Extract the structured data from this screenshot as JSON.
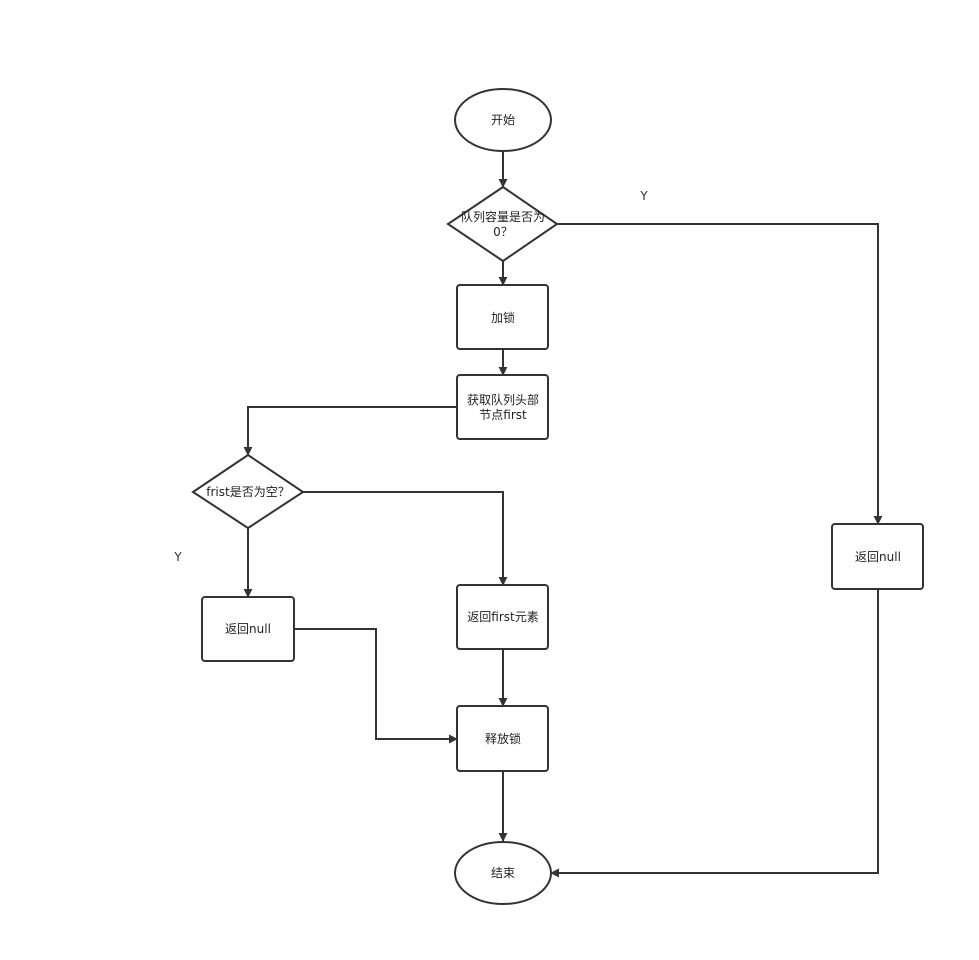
{
  "nodes": {
    "start": {
      "text": "开始"
    },
    "check_capacity": {
      "line1": "队列容量是否为",
      "line2": "0？"
    },
    "lock": {
      "text": "加锁"
    },
    "get_first": {
      "line1": "获取队列头部",
      "line2": "节点first"
    },
    "check_first": {
      "text": "frist是否为空？"
    },
    "return_null_left": {
      "text": "返回null"
    },
    "return_first": {
      "text": "返回first元素"
    },
    "release_lock": {
      "text": "释放锁"
    },
    "return_null_right": {
      "text": "返回null"
    },
    "end": {
      "text": "结束"
    }
  },
  "edge_labels": {
    "capacity_yes": "Y",
    "first_empty_yes": "Y"
  }
}
